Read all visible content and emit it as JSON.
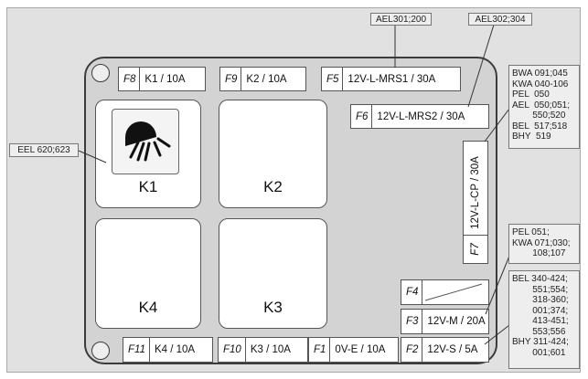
{
  "relays": {
    "k1": "K1",
    "k2": "K2",
    "k3": "K3",
    "k4": "K4"
  },
  "fuses": {
    "f8": {
      "id": "F8",
      "rating": "K1 / 10A"
    },
    "f9": {
      "id": "F9",
      "rating": "K2 / 10A"
    },
    "f5": {
      "id": "F5",
      "rating": "12V-L-MRS1 / 30A"
    },
    "f6": {
      "id": "F6",
      "rating": "12V-L-MRS2 / 30A"
    },
    "f7": {
      "id": "F7",
      "rating": "12V-L-CP / 30A"
    },
    "f4": {
      "id": "F4",
      "rating": ""
    },
    "f3": {
      "id": "F3",
      "rating": "12V-M / 20A"
    },
    "f2": {
      "id": "F2",
      "rating": "12V-S / 5A"
    },
    "f1": {
      "id": "F1",
      "rating": "0V-E / 10A"
    },
    "f10": {
      "id": "F10",
      "rating": "K3 / 10A"
    },
    "f11": {
      "id": "F11",
      "rating": "K4 / 10A"
    }
  },
  "callouts": {
    "ael301": "AEL301;200",
    "ael302": "AEL302;304",
    "eel620": "EEL 620;623",
    "bwa": "BWA 091;045\nKWA 040-106\nPEL  050\nAEL  050;051;\n        550;520\nBEL  517;518\nBHY  519",
    "pel051": "PEL 051;\nKWA 071;030;\n        108;107",
    "bel340": "BEL 340-424;\n        551;554;\n        318-360;\n        001;374;\n        413-451;\n        553;556\nBHY 311-424;\n        001;601"
  },
  "icons": {
    "k1_icon": "headlight-icon"
  }
}
